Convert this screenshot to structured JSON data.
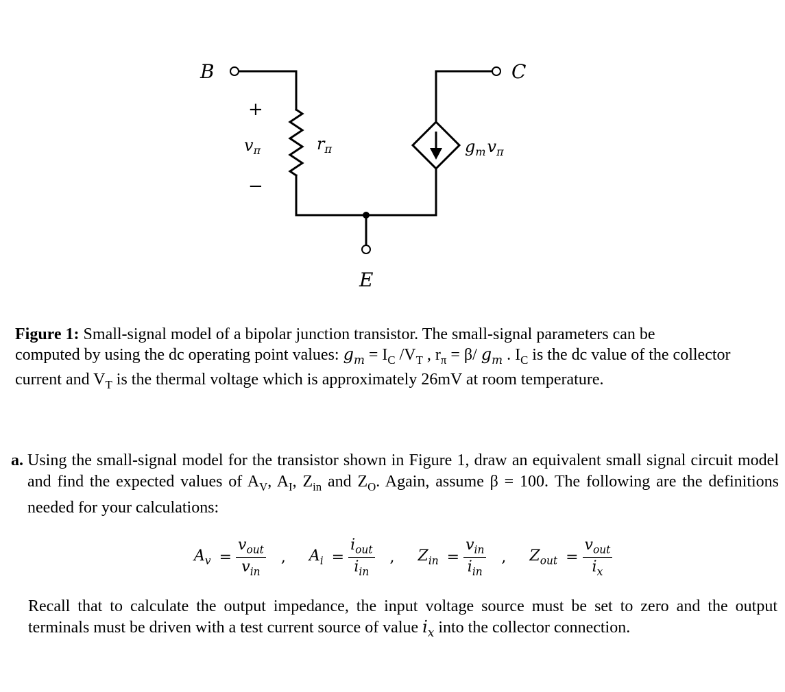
{
  "circuit": {
    "node_b": "B",
    "node_c": "C",
    "node_e": "E",
    "plus": "+",
    "minus": "−",
    "v_pi": "v",
    "v_pi_sub": "π",
    "r_pi": "r",
    "r_pi_sub": "π",
    "gm": "g",
    "gm_sub": "m",
    "gm_v": "v",
    "gm_v_sub": "π"
  },
  "caption": {
    "label": "Figure 1:",
    "line1": " Small-signal model of a bipolar junction transistor. The small-signal parameters can be",
    "line2_a": "computed by using the dc operating point values: ",
    "gm": "g",
    "gm_sub": "m",
    "line2_b": " = I",
    "ic_sub": "C",
    "line2_c": " /V",
    "vt_sub": "T",
    "line2_d": " , r",
    "rpi_sub": "π",
    "line2_e": " = β/ ",
    "gm2": "g",
    "gm2_sub": "m",
    "line2_f": " . I",
    "ic2_sub": "C",
    "line2_g": " is the dc value of the collector",
    "line3_a": "current and V",
    "vt2_sub": "T",
    "line3_b": " is the thermal voltage which is approximately 26mV at room temperature."
  },
  "question": {
    "label": "a.",
    "p1": "Using the small-signal model for the transistor shown in Figure 1, draw an equivalent small signal circuit model and find the expected values of A",
    "av_sub": "V",
    "p2": ", A",
    "ai_sub": "I",
    "p3": ", Z",
    "zin_sub": "in",
    "p4": " and Z",
    "zo_sub": "O",
    "p5": ". Again, assume β = 100. The following are the definitions needed for your calculations:"
  },
  "definitions": [
    {
      "lhs": "A",
      "lhs_sub": "v",
      "num": "v",
      "num_sub": "out",
      "den": "v",
      "den_sub": "in"
    },
    {
      "lhs": "A",
      "lhs_sub": "i",
      "num": "i",
      "num_sub": "out",
      "den": "i",
      "den_sub": "in"
    },
    {
      "lhs": "Z",
      "lhs_sub": "in",
      "num": "v",
      "num_sub": "in",
      "den": "i",
      "den_sub": "in"
    },
    {
      "lhs": "Z",
      "lhs_sub": "out",
      "num": "v",
      "num_sub": "out",
      "den": "i",
      "den_sub": "x"
    }
  ],
  "equals": "=",
  "comma": ",",
  "recall": {
    "p1": "Recall that to calculate the output impedance, the input voltage source must be set to zero and the output terminals must be driven with a test current source of value ",
    "ix": "i",
    "ix_sub": "x",
    "p2": " into the collector connection."
  }
}
